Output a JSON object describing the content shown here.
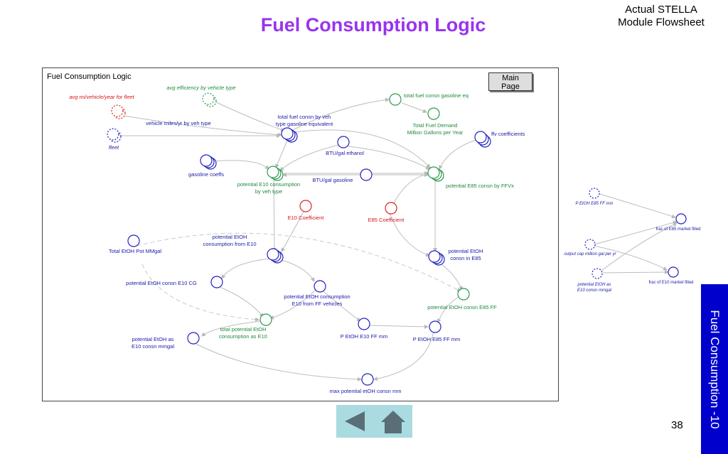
{
  "title": "Fuel Consumption Logic",
  "corner_note": [
    "Actual STELLA",
    "Module Flowsheet"
  ],
  "frame": {
    "title": "Fuel Consumption Logic",
    "main_button": [
      "Main",
      "Page"
    ]
  },
  "nodes": {
    "avg_mi": "avg mi/vehicle/year for fleet",
    "avg_eff": "avg efficiency by vehicle type",
    "vmt": "vehicle miles/yr by veh type",
    "fleet": "fleet",
    "total_gas_eq": "total fuel consn gasoline eq",
    "total_veh": [
      "total fuel consn by veh",
      "type gasoline equivalent"
    ],
    "total_demand": [
      "Total Fuel Demand",
      "Million Gallons per Year"
    ],
    "ffv_coeff": "ffv coefficients",
    "btu_ethanol": "BTU/gal ethanol",
    "gas_coeffs": "gasoline coeffs",
    "btu_gas": "BTU/gal gasoline",
    "pot_e10": [
      "potential E10 consumption",
      "by veh type"
    ],
    "pot_e85": "potential E85 consn by FFVx",
    "e10_coeff": "E10 Coefficient",
    "e85_coeff": "E85 Coefficient",
    "total_etoh_pot": "Total EtOH Pot MMgal",
    "pot_etoh_from_e10": [
      "potential EtOH",
      "consumption from E10"
    ],
    "pot_etoh_e85": [
      "potential EtOH",
      "consn in E85"
    ],
    "pot_etoh_e10_cg": "potential EtOH consn E10 CG",
    "pot_etoh_ff": [
      "potential EtOH consumption",
      "E10 from FF vehicles"
    ],
    "pot_etoh_e85_ff": "potential EtOH consn E85 FF",
    "total_pot_e10": [
      "total potential EtOH",
      "consumption as E10"
    ],
    "pot_etoh_as_e10": [
      "potential EtOH  as",
      "E10 consn mmgal"
    ],
    "p_etoh_e10": "P EtOH  E10 FF mm",
    "p_etoh_e85": "P EtOH  E85 FF mm",
    "max_pot": "max potential etOH consn mm"
  },
  "side_nodes": {
    "p_etoh_e85": "P EtOH E85 FF mm",
    "frac_e85": "frac of E85 market filled",
    "output_cap": "output cap million gal per yr",
    "pot_etoh_as": [
      "potential EtOH  as",
      "E10 consn mmgal"
    ],
    "frac_e10": "frac of E10 market filled"
  },
  "side_banner": "Fuel Consumption -10",
  "page_number": "38",
  "nav": {
    "back_icon": "back-arrow-icon",
    "home_icon": "home-icon"
  },
  "colors": {
    "title": "#9933ee",
    "blue": "#1a1aa8",
    "green": "#1e8a3c",
    "red": "#d01818",
    "banner": "#0000cc",
    "nav": "#a9dbe0"
  }
}
